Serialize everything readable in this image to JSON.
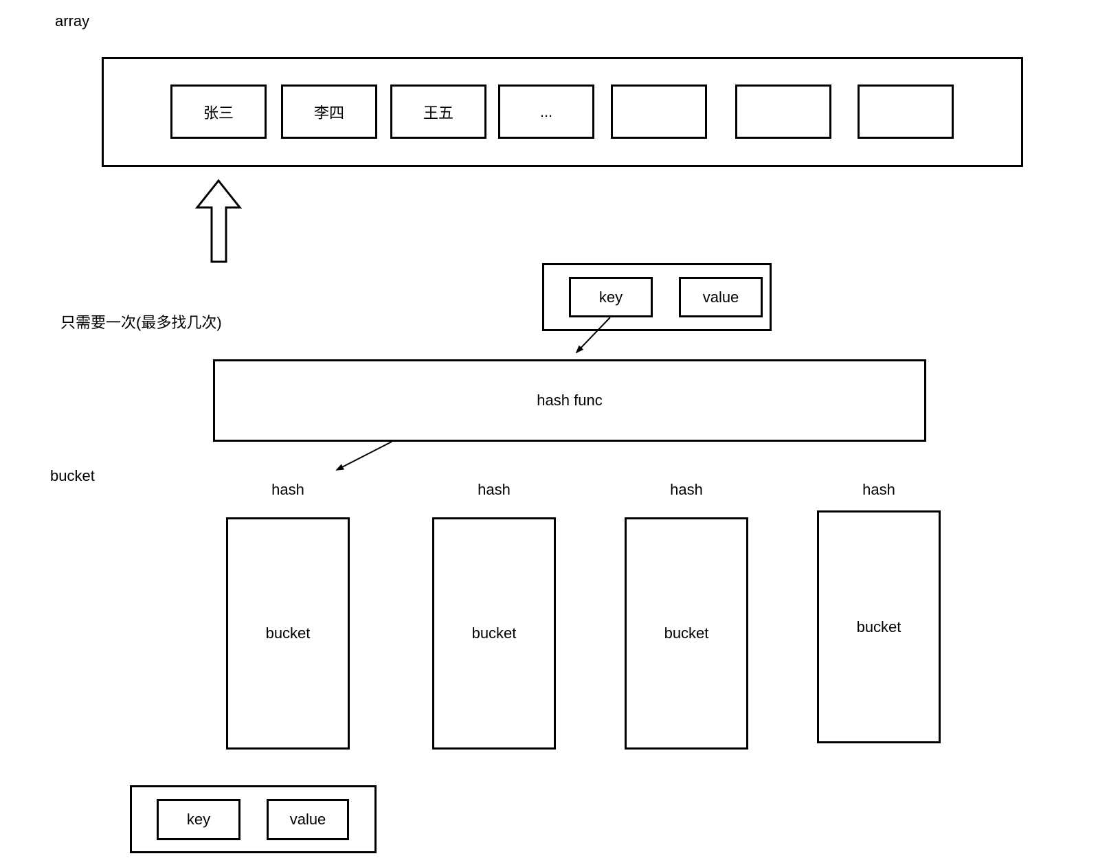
{
  "canvas": {
    "background": "#ffffff",
    "grid_minor_color": "#f0f0f0",
    "grid_major_color": "#dcdcdc",
    "stroke_color": "#000000"
  },
  "labels": {
    "array_section": "array",
    "note": "只需要一次(最多找几次)",
    "bucket_section": "bucket"
  },
  "array": {
    "cells": [
      "张三",
      "李四",
      "王五",
      "...",
      "",
      "",
      ""
    ]
  },
  "kv_top": {
    "key": "key",
    "value": "value"
  },
  "hash_func": {
    "label": "hash func"
  },
  "buckets": {
    "items": [
      {
        "hash": "hash",
        "label": "bucket"
      },
      {
        "hash": "hash",
        "label": "bucket"
      },
      {
        "hash": "hash",
        "label": "bucket"
      },
      {
        "hash": "hash",
        "label": "bucket"
      }
    ]
  },
  "kv_bottom": {
    "key": "key",
    "value": "value"
  }
}
